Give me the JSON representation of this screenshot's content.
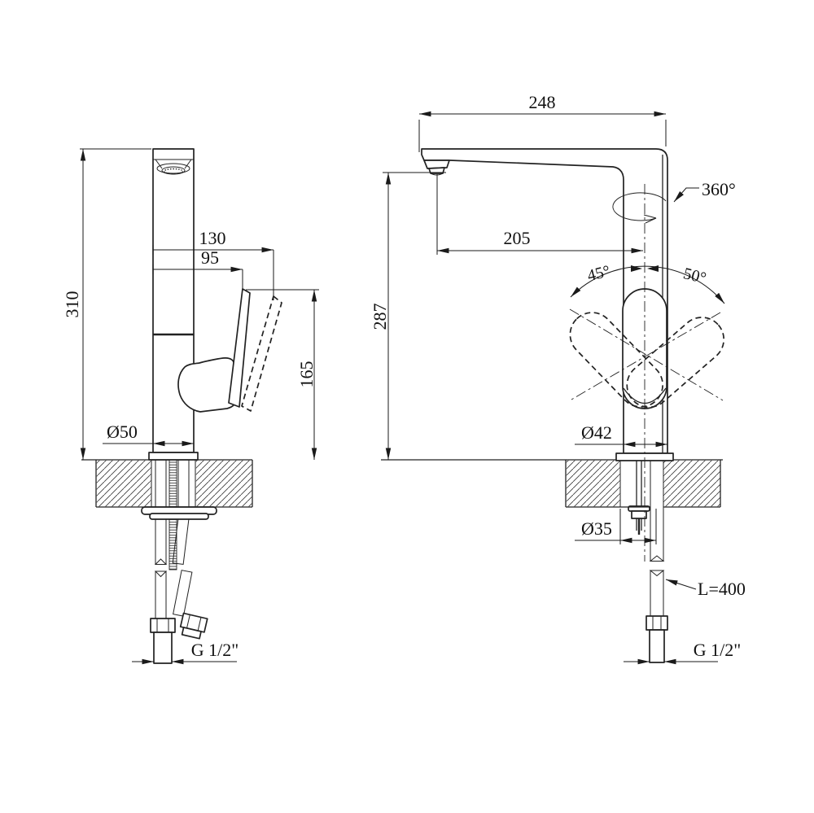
{
  "drawing": {
    "left_view": {
      "height": "310",
      "spout_offset_max": "130",
      "spout_offset": "95",
      "handle_height": "165",
      "base_diameter": "Ø50",
      "connection_thread": "G 1/2\""
    },
    "right_view": {
      "depth": "248",
      "spout_reach": "205",
      "spout_height": "287",
      "swivel_angle": "360°",
      "handle_tilt_left": "45°",
      "handle_tilt_right": "50°",
      "body_diameter": "Ø42",
      "mounting_hole_diameter": "Ø35",
      "hose_length": "L=400",
      "connection_thread": "G 1/2\""
    }
  }
}
